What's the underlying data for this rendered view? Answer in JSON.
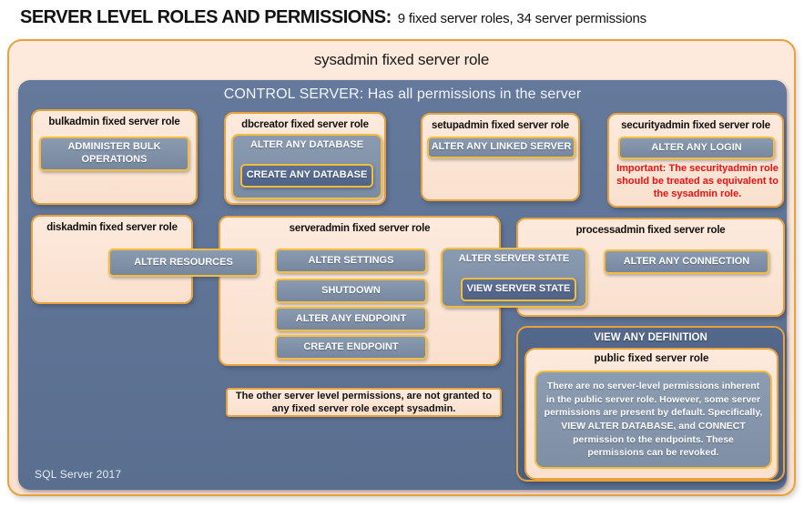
{
  "page": {
    "title_strong": "SERVER LEVEL ROLES AND PERMISSIONS:",
    "title_rest": "9 fixed server roles, 34 server permissions"
  },
  "sysadmin": {
    "label": "sysadmin fixed server role"
  },
  "control": {
    "label": "CONTROL SERVER: Has all permissions in the server",
    "footer": "SQL Server 2017"
  },
  "roles": {
    "bulkadmin": {
      "title": "bulkadmin fixed server role",
      "permission": "ADMINISTER BULK OPERATIONS"
    },
    "dbcreator": {
      "title": "dbcreator fixed server role",
      "permission_outer": "ALTER ANY DATABASE",
      "permission_inner": "CREATE ANY DATABASE"
    },
    "setupadmin": {
      "title": "setupadmin fixed server role",
      "permission": "ALTER ANY LINKED SERVER"
    },
    "securityadmin": {
      "title": "securityadmin fixed server role",
      "permission": "ALTER ANY LOGIN",
      "warning": "Important: The securityadmin role should be treated as equivalent to the sysadmin role."
    },
    "diskadmin": {
      "title": "diskadmin fixed server role",
      "permission": "ALTER RESOURCES"
    },
    "serveradmin": {
      "title": "serveradmin fixed server role",
      "permissions": [
        "ALTER SETTINGS",
        "SHUTDOWN",
        "ALTER ANY ENDPOINT",
        "CREATE ENDPOINT"
      ],
      "permission_outer": "ALTER SERVER STATE",
      "permission_inner": "VIEW SERVER STATE"
    },
    "processadmin": {
      "title": "processadmin fixed server role",
      "permission": "ALTER ANY CONNECTION"
    },
    "public": {
      "outer_permission": "VIEW ANY DEFINITION",
      "title": "public fixed server role",
      "body": "There are no server-level permissions inherent in the public server role. However, some server permissions are present by default. Specifically, VIEW ALTER DATABASE, and CONNECT permission to the endpoints. These permissions can be revoked."
    }
  },
  "note": "The other server level permissions, are not granted to any fixed server role except sysadmin.",
  "colors": {
    "peach": "#FBE3D2",
    "container_border_gold": "#E9A13B",
    "button_border_gold": "#F4BE3C",
    "slate_background": "#5E7394",
    "permission_light": "#8093A9",
    "permission_dark": "#56698E",
    "definition_dark": "#4D6283",
    "warning_red": "#EE1111"
  }
}
